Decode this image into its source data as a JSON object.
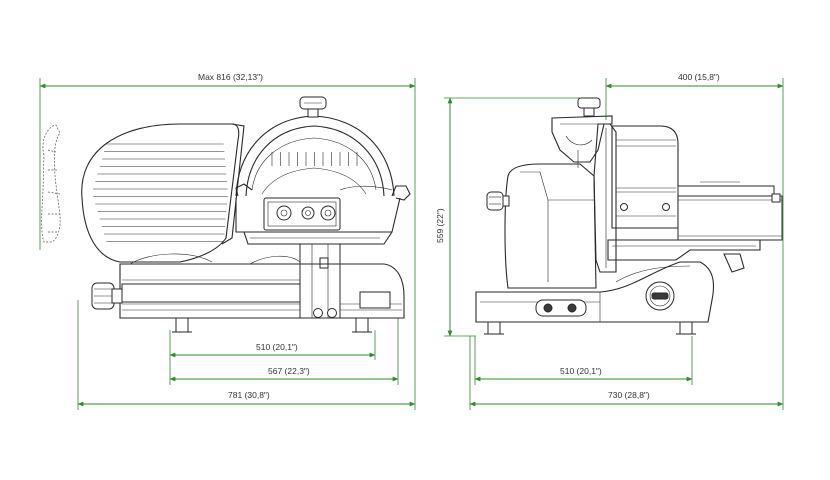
{
  "figure": {
    "accent_color": "#2e8b2e",
    "ink_color": "#2a2a2a"
  },
  "front_view": {
    "overall_width_label": "Max 816   (32,13\")",
    "feet_spacing_label": "510  (20,1\")",
    "base_width_label": "567  (22,3\")",
    "total_length_label": "781  (30,8\")"
  },
  "side_view": {
    "carriage_label": "400  (15,8\")",
    "height_label": "559  (22\")",
    "feet_spacing_label": "510    (20,1\")",
    "total_depth_label": "730  (28,8\")"
  }
}
